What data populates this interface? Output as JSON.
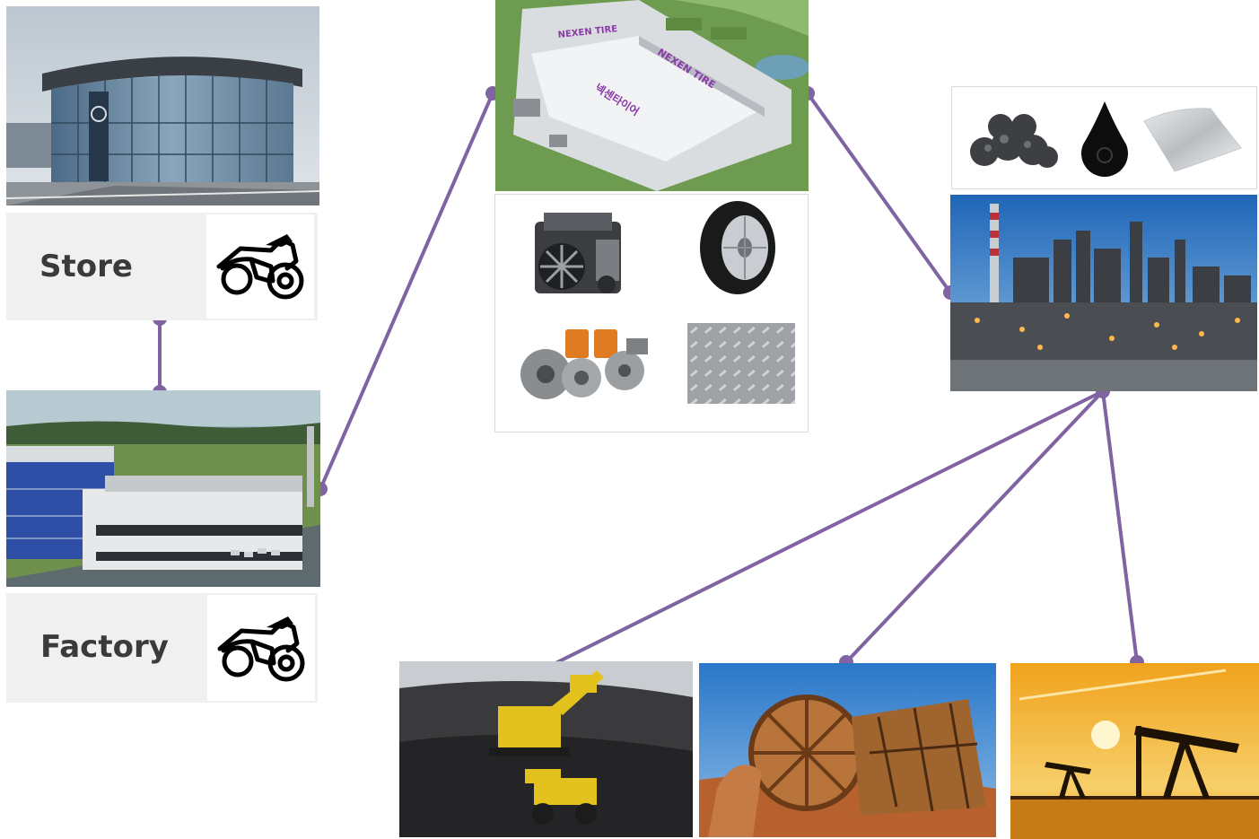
{
  "colors": {
    "connector": "#8064a2",
    "label_bg": "#f0f0f0",
    "label_text": "#3a3a3a"
  },
  "store": {
    "label": "Store",
    "icon": "motorcycle-icon"
  },
  "factory": {
    "label": "Factory",
    "icon": "motorcycle-icon"
  },
  "tire_plant": {
    "sign_text": "NEXEN TIRE",
    "roof_text_a": "NEXEN TIRE",
    "roof_text_b": "넥센타이어"
  },
  "components": [
    "engine",
    "tire",
    "clutch-and-filters",
    "metal-plate"
  ],
  "raw_materials": [
    "coal",
    "oil",
    "metal-sheet"
  ],
  "sources": [
    "coal-mine",
    "ore-excavator",
    "oil-pumpjack"
  ]
}
